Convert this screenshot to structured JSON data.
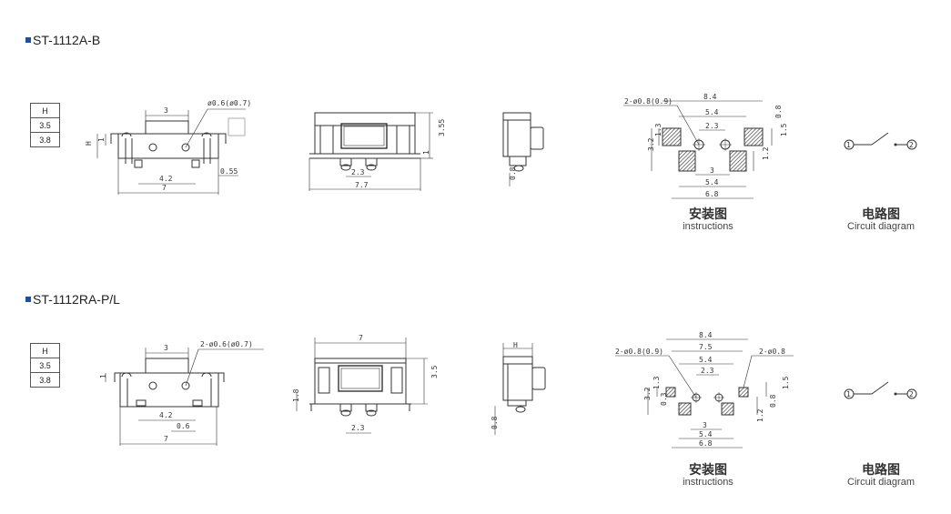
{
  "sections": [
    {
      "title": "ST-1112A-B",
      "h_table": [
        "H",
        "3.5",
        "3.8"
      ],
      "side_view": {
        "top_dim": "3",
        "hole_label": "ø0.6(ø0.7)",
        "h_label": "H",
        "one": "1",
        "bottom_inner": "4.2",
        "bottom_total": "7",
        "lead": "0.55"
      },
      "front_view": {
        "height": "3.55",
        "one": "1",
        "pin_gap": "2.3",
        "width": "7.7"
      },
      "end_view": {
        "lead": "0.8"
      },
      "footprint": {
        "hole": "2-ø0.8(0.9)",
        "w1": "8.4",
        "w2": "5.4",
        "w3": "2.3",
        "w4": "3",
        "w5": "5.4",
        "w6": "6.8",
        "h1": "3.2",
        "h2": "1.3",
        "r1": "0.8",
        "r2": "1.5",
        "r3": "1.2"
      },
      "instructions": {
        "zh": "安装图",
        "en": "instructions"
      },
      "circuit": {
        "zh": "电路图",
        "en": "Circuit diagram",
        "n1": "1",
        "n2": "2"
      }
    },
    {
      "title": "ST-1112RA-P/L",
      "h_table": [
        "H",
        "3.5",
        "3.8"
      ],
      "side_view": {
        "top_dim": "3",
        "hole_label": "2-ø0.6(ø0.7)",
        "one": "1",
        "bottom_inner": "4.2",
        "mid": "0.6",
        "bottom_total": "7"
      },
      "front_view": {
        "top": "7",
        "height": "3.5",
        "left": "1.8",
        "pin_gap": "2.3"
      },
      "end_view": {
        "h_label": "H",
        "lead": "0.8"
      },
      "footprint": {
        "hole_l": "2-ø0.8(0.9)",
        "hole_r": "2-ø0.8",
        "w1": "8.4",
        "w2": "7.5",
        "w3": "5.4",
        "w4": "2.3",
        "w5": "3",
        "w6": "5.4",
        "w7": "6.8",
        "h1": "3.2",
        "h2": "1.3",
        "h3": "0.3",
        "r1": "1.5",
        "r2": "0.8",
        "r3": "1.2"
      },
      "instructions": {
        "zh": "安装图",
        "en": "instructions"
      },
      "circuit": {
        "zh": "电路图",
        "en": "Circuit diagram",
        "n1": "1",
        "n2": "2"
      }
    }
  ],
  "colors": {
    "accent": "#1f4fa0",
    "line": "#333333",
    "hatch": "#444444"
  }
}
